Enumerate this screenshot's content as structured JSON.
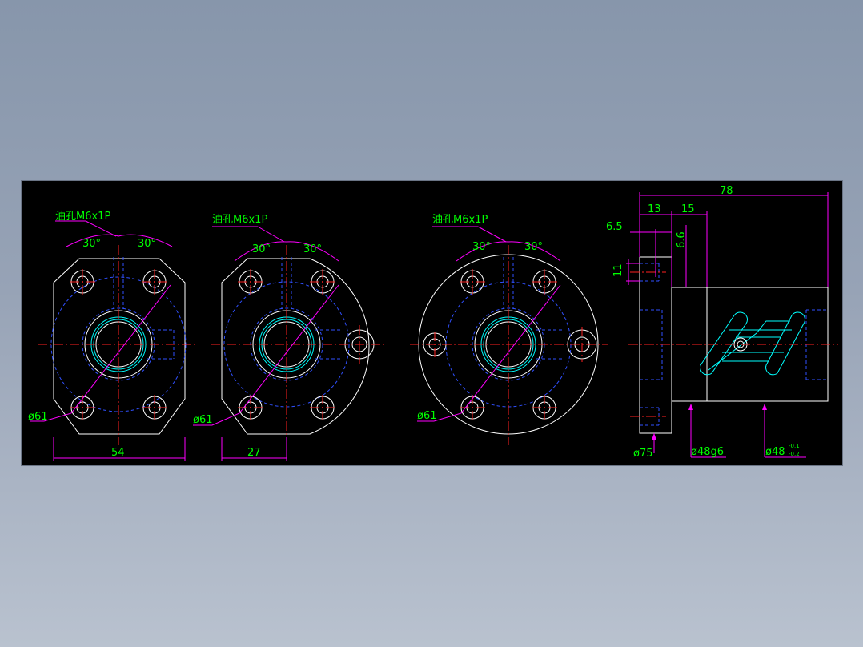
{
  "labels": {
    "oil_hole": "油孔M6x1P",
    "angle": "30°",
    "phi61": "ø61",
    "dim54": "54",
    "dim27": "27",
    "dim78": "78",
    "dim13": "13",
    "dim15": "15",
    "dim6_5": "6.5",
    "dim6_6": "6.6",
    "dim11": "11",
    "phi75": "ø75",
    "phi48g6": "ø48g6",
    "phi48": "ø48",
    "tol_upper": "-0.1",
    "tol_lower": "-0.2"
  },
  "colors": {
    "background": "#000000",
    "outline": "#ffffff",
    "hidden": "#3050ff",
    "center": "#ff2020",
    "dimension": "#ff00ff",
    "text": "#00ff00",
    "thread": "#00ffff"
  }
}
